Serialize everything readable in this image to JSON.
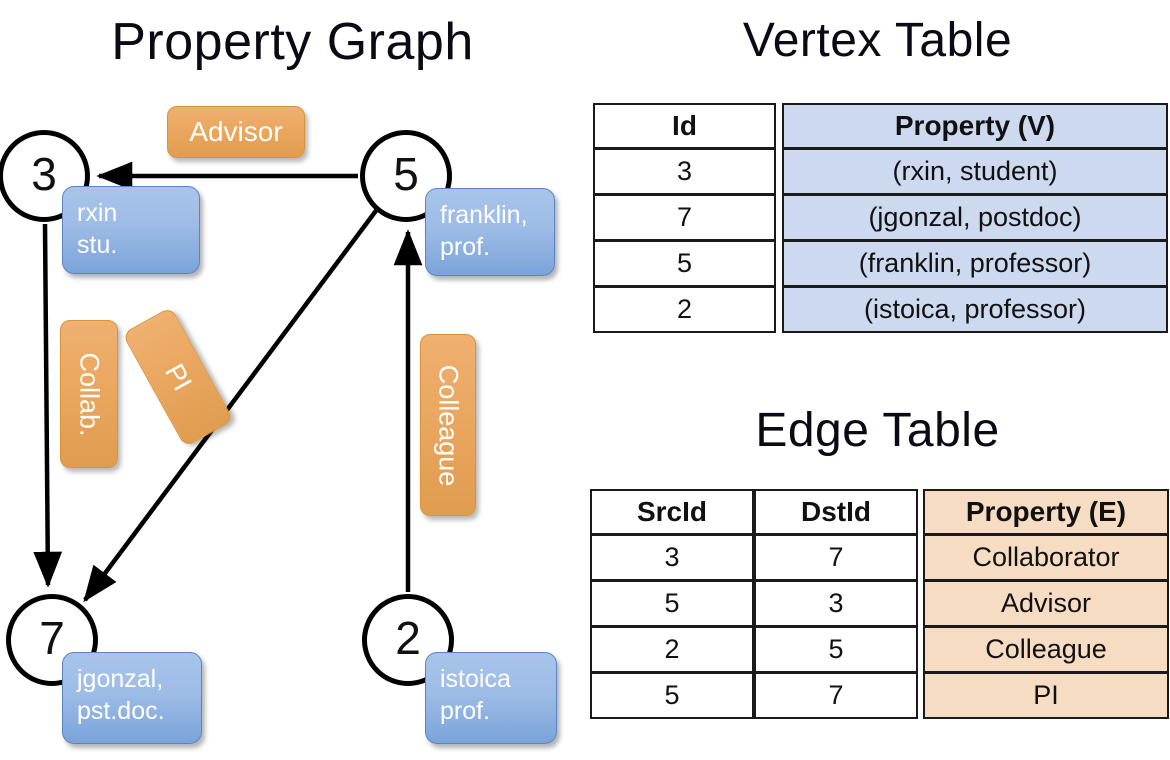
{
  "titles": {
    "property_graph": "Property Graph",
    "vertex_table": "Vertex Table",
    "edge_table": "Edge Table"
  },
  "colors": {
    "vertex_property_fill": "#ccd9ef",
    "edge_property_fill": "#f6dcc2",
    "node_box_blue": "#9dbce6",
    "edge_label_orange": "#eaa75f",
    "stroke": "#000000"
  },
  "graph": {
    "nodes": [
      {
        "id": "3",
        "property_label": "rxin\nstu."
      },
      {
        "id": "5",
        "property_label": "franklin,\nprof."
      },
      {
        "id": "7",
        "property_label": "jgonzal,\npst.doc."
      },
      {
        "id": "2",
        "property_label": "istoica\nprof."
      }
    ],
    "edge_labels": [
      {
        "name": "advisor",
        "text": "Advisor"
      },
      {
        "name": "collab",
        "text": "Collab."
      },
      {
        "name": "pi",
        "text": "PI"
      },
      {
        "name": "colleague",
        "text": "Colleague"
      }
    ],
    "edges": [
      {
        "src": "5",
        "dst": "3",
        "label": "Advisor"
      },
      {
        "src": "3",
        "dst": "7",
        "label": "Collab."
      },
      {
        "src": "5",
        "dst": "7",
        "label": "PI"
      },
      {
        "src": "2",
        "dst": "5",
        "label": "Colleague"
      }
    ]
  },
  "vertex_table": {
    "headers": [
      "Id",
      "Property (V)"
    ],
    "rows": [
      {
        "id": "3",
        "property": "(rxin, student)"
      },
      {
        "id": "7",
        "property": "(jgonzal, postdoc)"
      },
      {
        "id": "5",
        "property": "(franklin, professor)"
      },
      {
        "id": "2",
        "property": "(istoica, professor)"
      }
    ]
  },
  "edge_table": {
    "headers": [
      "SrcId",
      "DstId",
      "Property (E)"
    ],
    "rows": [
      {
        "src": "3",
        "dst": "7",
        "property": "Collaborator"
      },
      {
        "src": "5",
        "dst": "3",
        "property": "Advisor"
      },
      {
        "src": "2",
        "dst": "5",
        "property": "Colleague"
      },
      {
        "src": "5",
        "dst": "7",
        "property": "PI"
      }
    ]
  }
}
